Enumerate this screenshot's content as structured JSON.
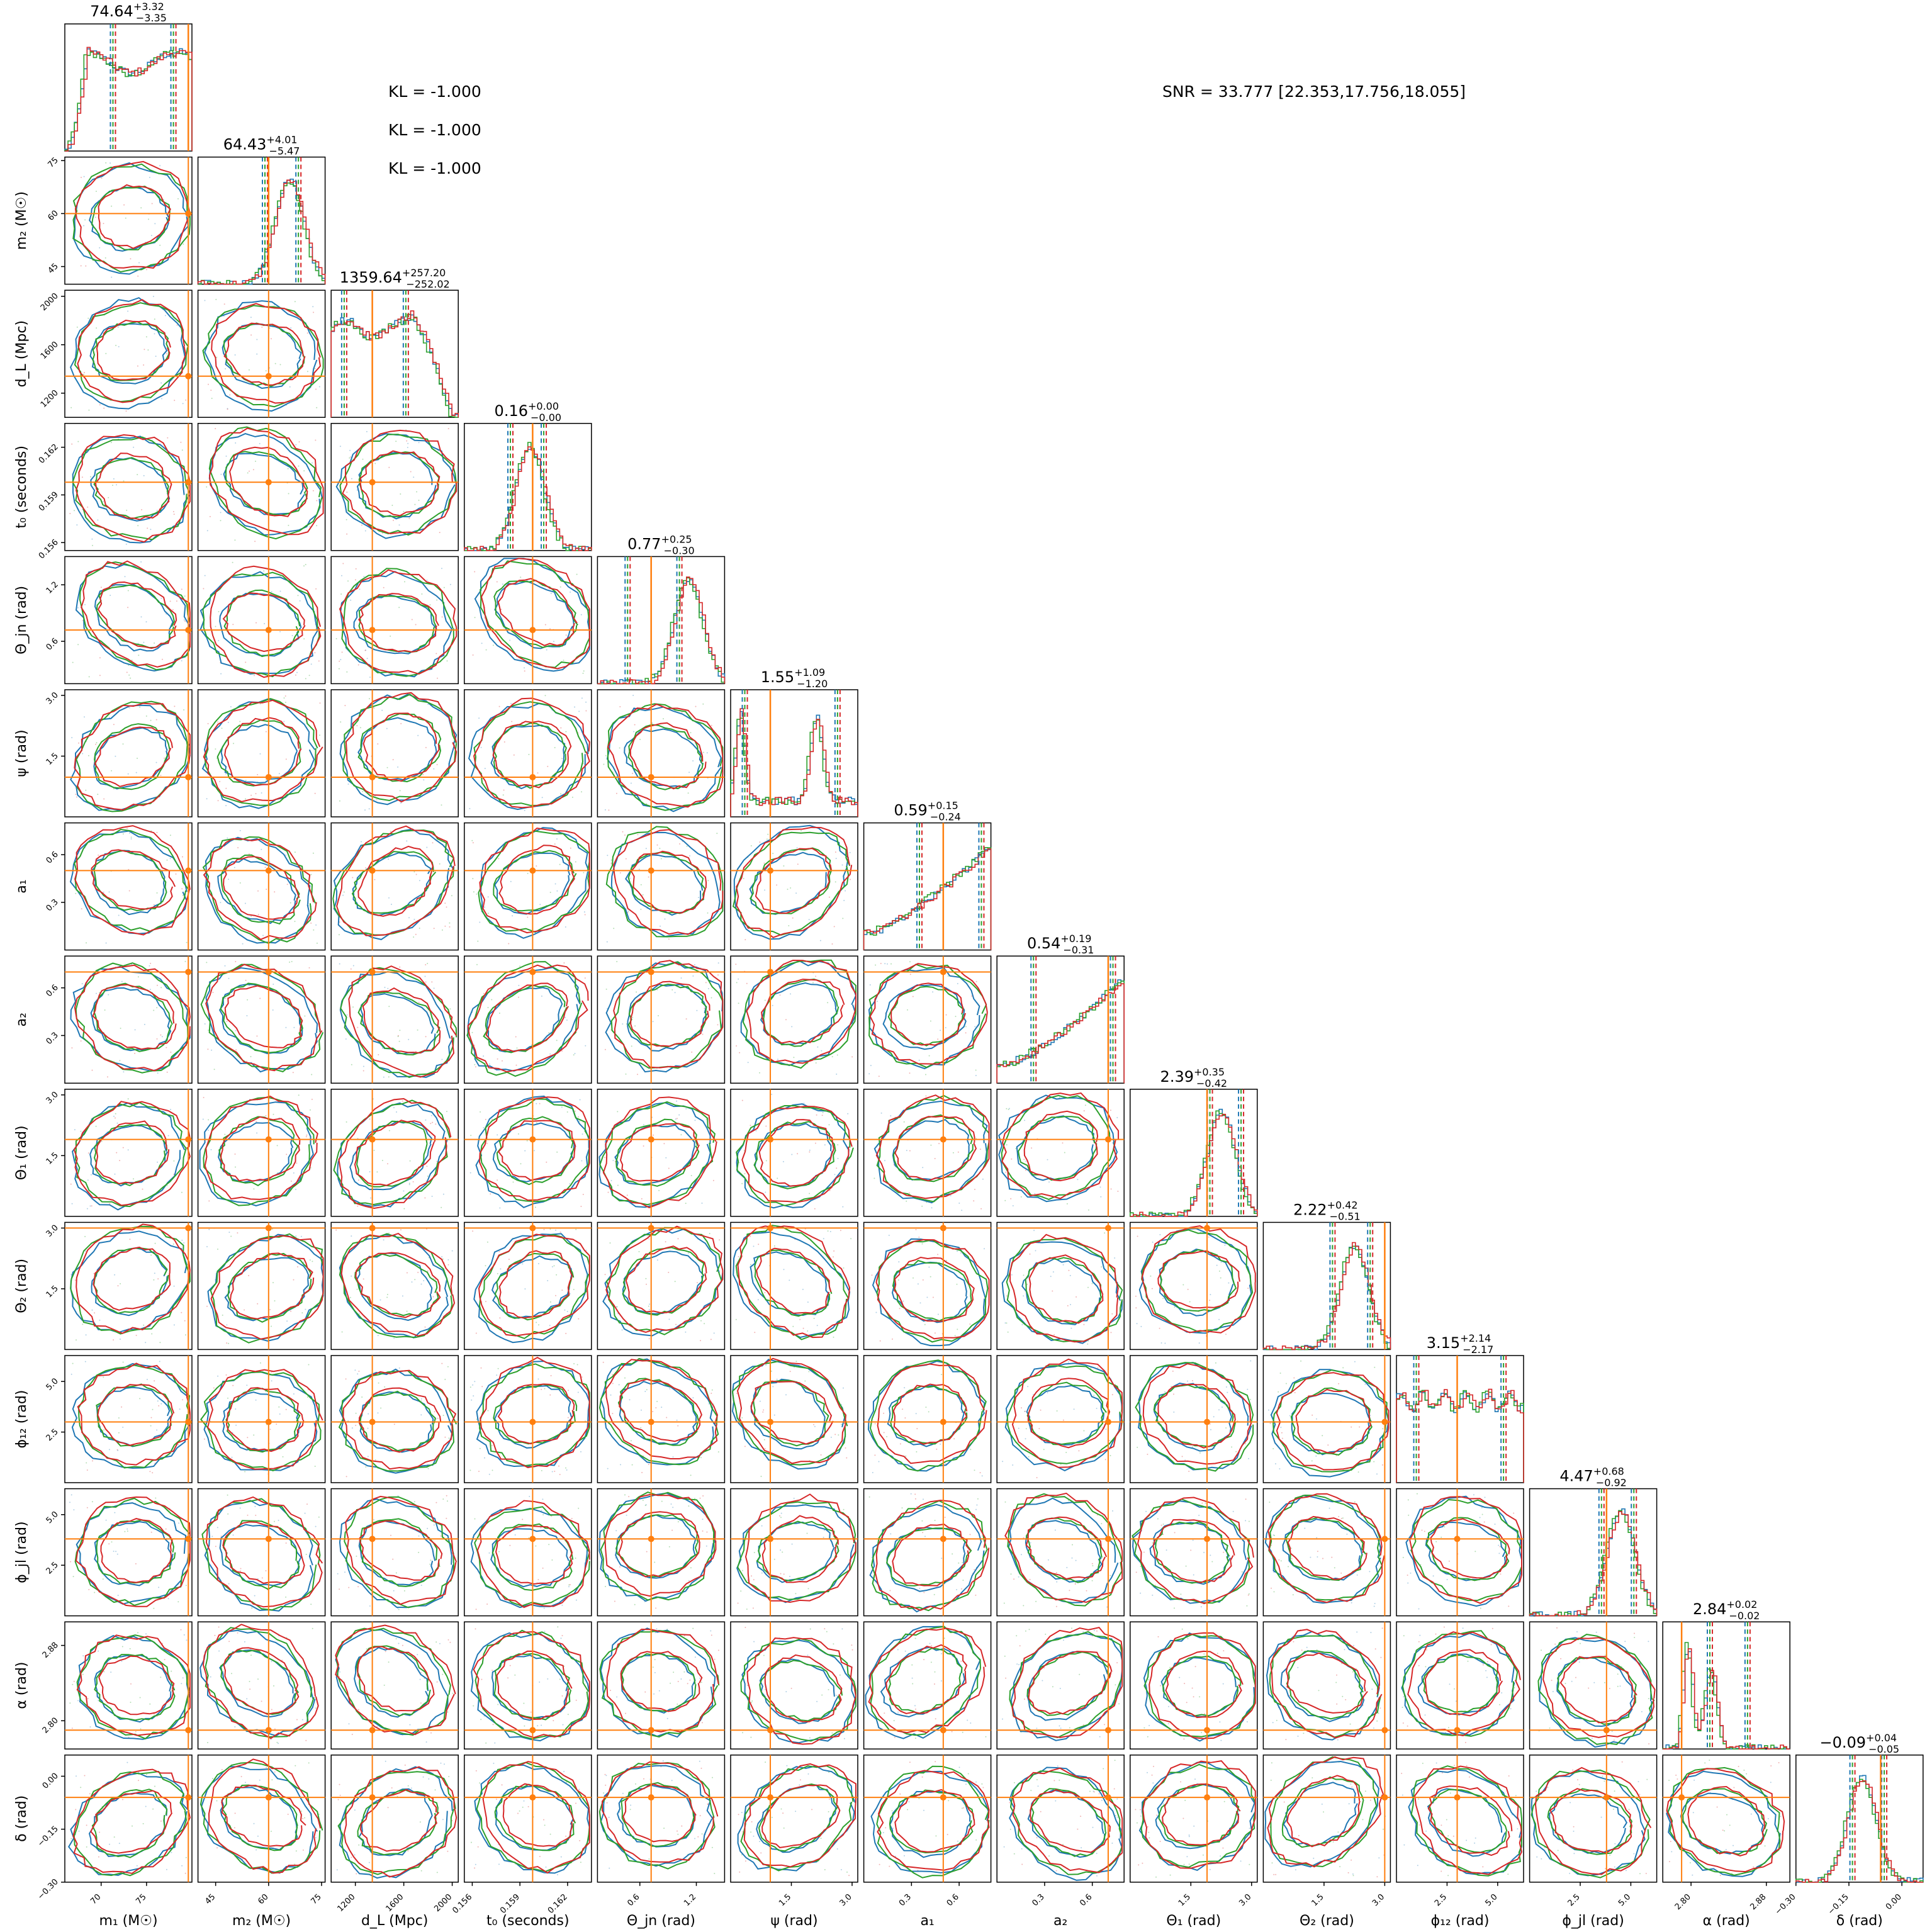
{
  "chart_data": {
    "type": "corner",
    "annotations": {
      "kl": [
        "KL = -1.000",
        "KL = -1.000",
        "KL = -1.000"
      ],
      "snr": "SNR = 33.777 [22.353,17.756,18.055]"
    },
    "series_colors": [
      "#1f77b4",
      "#2ca02c",
      "#d62728"
    ],
    "truth_color": "#ff7f0e",
    "parameters": [
      {
        "xlabel": "m₁ (M☉)",
        "ylabel": "",
        "range": [
          66,
          80
        ],
        "ticks": [
          70,
          75
        ],
        "ticklabels": [
          "70",
          "75"
        ],
        "truth": 79.6,
        "title": {
          "median": "74.64",
          "plus": "+3.32",
          "minus": "−3.35"
        },
        "hist": "flat",
        "quantiles": [
          71.3,
          77.96
        ]
      },
      {
        "xlabel": "m₂ (M☉)",
        "ylabel": "m₂ (M☉)",
        "range": [
          40,
          76
        ],
        "ticks": [
          45,
          60,
          75
        ],
        "ticklabels": [
          "45",
          "60",
          "75"
        ],
        "truth": 60,
        "title": {
          "median": "64.43",
          "plus": "+4.01",
          "minus": "−5.47"
        },
        "hist": "right",
        "quantiles": [
          58.96,
          68.44
        ]
      },
      {
        "xlabel": "d_L (Mpc)",
        "ylabel": "d_L (Mpc)",
        "range": [
          1000,
          2050
        ],
        "ticks": [
          1200,
          1600,
          2000
        ],
        "ticklabels": [
          "1200",
          "1600",
          "2000"
        ],
        "truth": 1340,
        "title": {
          "median": "1359.64",
          "plus": "+257.20",
          "minus": "−252.02"
        },
        "hist": "flatleft",
        "quantiles": [
          1107.6,
          1616.8
        ]
      },
      {
        "xlabel": "t₀ (seconds)",
        "ylabel": "t₀ (seconds)",
        "range": [
          0.1555,
          0.1635
        ],
        "ticks": [
          0.156,
          0.159,
          0.162
        ],
        "ticklabels": [
          "0.156",
          "0.159",
          "0.162"
        ],
        "truth": 0.1598,
        "title": {
          "median": "0.16",
          "plus": "+0.00",
          "minus": "−0.00"
        },
        "hist": "center",
        "quantiles": [
          0.1584,
          0.1605
        ]
      },
      {
        "xlabel": "Θ_jn (rad)",
        "ylabel": "Θ_jn (rad)",
        "range": [
          0.15,
          1.5
        ],
        "ticks": [
          0.6,
          1.2
        ],
        "ticklabels": [
          "0.6",
          "1.2"
        ],
        "truth": 0.72,
        "title": {
          "median": "0.77",
          "plus": "+0.25",
          "minus": "−0.30"
        },
        "hist": "right",
        "quantiles": [
          0.47,
          1.02
        ]
      },
      {
        "xlabel": "ψ (rad)",
        "ylabel": "ψ (rad)",
        "range": [
          0,
          3.14
        ],
        "ticks": [
          1.5,
          3.0
        ],
        "ticklabels": [
          "1.5",
          "3.0"
        ],
        "truth": 0.98,
        "title": {
          "median": "1.55",
          "plus": "+1.09",
          "minus": "−1.20"
        },
        "hist": "bimodal",
        "quantiles": [
          0.35,
          2.64
        ]
      },
      {
        "xlabel": "a₁",
        "ylabel": "a₁",
        "range": [
          0,
          0.8
        ],
        "ticks": [
          0.3,
          0.6
        ],
        "ticklabels": [
          "0.3",
          "0.6"
        ],
        "truth": 0.5,
        "title": {
          "median": "0.59",
          "plus": "+0.15",
          "minus": "−0.24"
        },
        "hist": "rising",
        "quantiles": [
          0.35,
          0.74
        ]
      },
      {
        "xlabel": "a₂",
        "ylabel": "a₂",
        "range": [
          0,
          0.8
        ],
        "ticks": [
          0.3,
          0.6
        ],
        "ticklabels": [
          "0.3",
          "0.6"
        ],
        "truth": 0.7,
        "title": {
          "median": "0.54",
          "plus": "+0.19",
          "minus": "−0.31"
        },
        "hist": "rising",
        "quantiles": [
          0.23,
          0.73
        ]
      },
      {
        "xlabel": "Θ₁ (rad)",
        "ylabel": "Θ₁ (rad)",
        "range": [
          0,
          3.14
        ],
        "ticks": [
          1.5,
          3.0
        ],
        "ticklabels": [
          "1.5",
          "3.0"
        ],
        "truth": 1.9,
        "title": {
          "median": "2.39",
          "plus": "+0.35",
          "minus": "−0.42"
        },
        "hist": "right",
        "quantiles": [
          1.97,
          2.74
        ]
      },
      {
        "xlabel": "Θ₂ (rad)",
        "ylabel": "Θ₂ (rad)",
        "range": [
          0,
          3.14
        ],
        "ticks": [
          1.5,
          3.0
        ],
        "ticklabels": [
          "1.5",
          "3.0"
        ],
        "truth": 3.0,
        "title": {
          "median": "2.22",
          "plus": "+0.42",
          "minus": "−0.51"
        },
        "hist": "right",
        "quantiles": [
          1.71,
          2.64
        ]
      },
      {
        "xlabel": "ϕ₁₂ (rad)",
        "ylabel": "ϕ₁₂ (rad)",
        "range": [
          0,
          6.28
        ],
        "ticks": [
          2.5,
          5.0
        ],
        "ticklabels": [
          "2.5",
          "5.0"
        ],
        "truth": 3.0,
        "title": {
          "median": "3.15",
          "plus": "+2.14",
          "minus": "−2.17"
        },
        "hist": "uniform",
        "quantiles": [
          0.98,
          5.29
        ]
      },
      {
        "xlabel": "ϕ_jl (rad)",
        "ylabel": "ϕ_jl (rad)",
        "range": [
          0,
          6.28
        ],
        "ticks": [
          2.5,
          5.0
        ],
        "ticklabels": [
          "2.5",
          "5.0"
        ],
        "truth": 3.8,
        "title": {
          "median": "4.47",
          "plus": "+0.68",
          "minus": "−0.92"
        },
        "hist": "right",
        "quantiles": [
          3.55,
          5.15
        ]
      },
      {
        "xlabel": "α (rad)",
        "ylabel": "α (rad)",
        "range": [
          2.77,
          2.905
        ],
        "ticks": [
          2.8,
          2.88
        ],
        "ticklabels": [
          "2.80",
          "2.88"
        ],
        "truth": 2.79,
        "title": {
          "median": "2.84",
          "plus": "+0.02",
          "minus": "−0.02"
        },
        "hist": "bimodalalpha",
        "quantiles": [
          2.82,
          2.86
        ]
      },
      {
        "xlabel": "δ (rad)",
        "ylabel": "δ (rad)",
        "range": [
          -0.3,
          0.06
        ],
        "ticks": [
          -0.3,
          -0.15,
          0.0
        ],
        "ticklabels": [
          "−0.30",
          "−0.15",
          "0.00"
        ],
        "truth": -0.06,
        "title": {
          "median": "−0.09",
          "plus": "+0.04",
          "minus": "−0.05"
        },
        "hist": "center",
        "quantiles": [
          -0.14,
          -0.05
        ]
      }
    ]
  }
}
